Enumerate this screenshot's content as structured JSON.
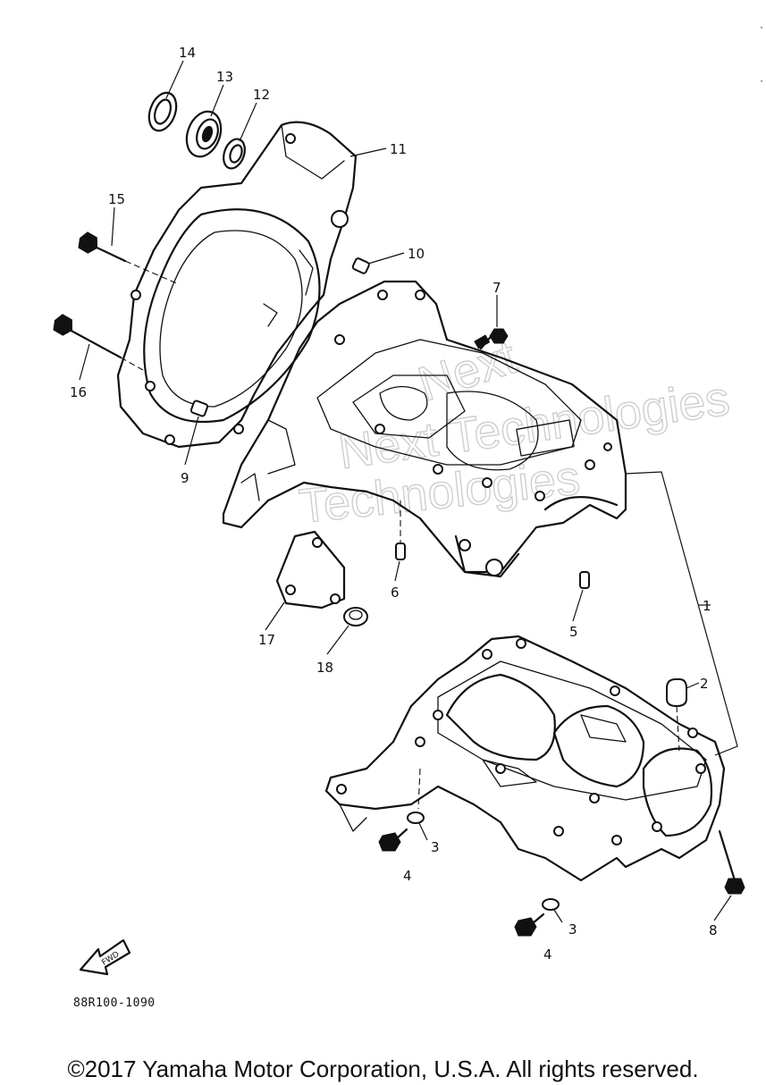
{
  "diagram": {
    "diagram_code": "88R100-1090",
    "copyright": "©2017 Yamaha Motor Corporation, U.S.A. All rights reserved.",
    "watermark_lines": [
      "Next",
      "Next Technologies",
      "Technologies"
    ],
    "front_arrow_label": "FWD",
    "callouts": [
      "1",
      "2",
      "3",
      "3",
      "4",
      "4",
      "5",
      "6",
      "7",
      "8",
      "9",
      "10",
      "11",
      "12",
      "13",
      "14",
      "15",
      "16",
      "17",
      "18"
    ]
  }
}
